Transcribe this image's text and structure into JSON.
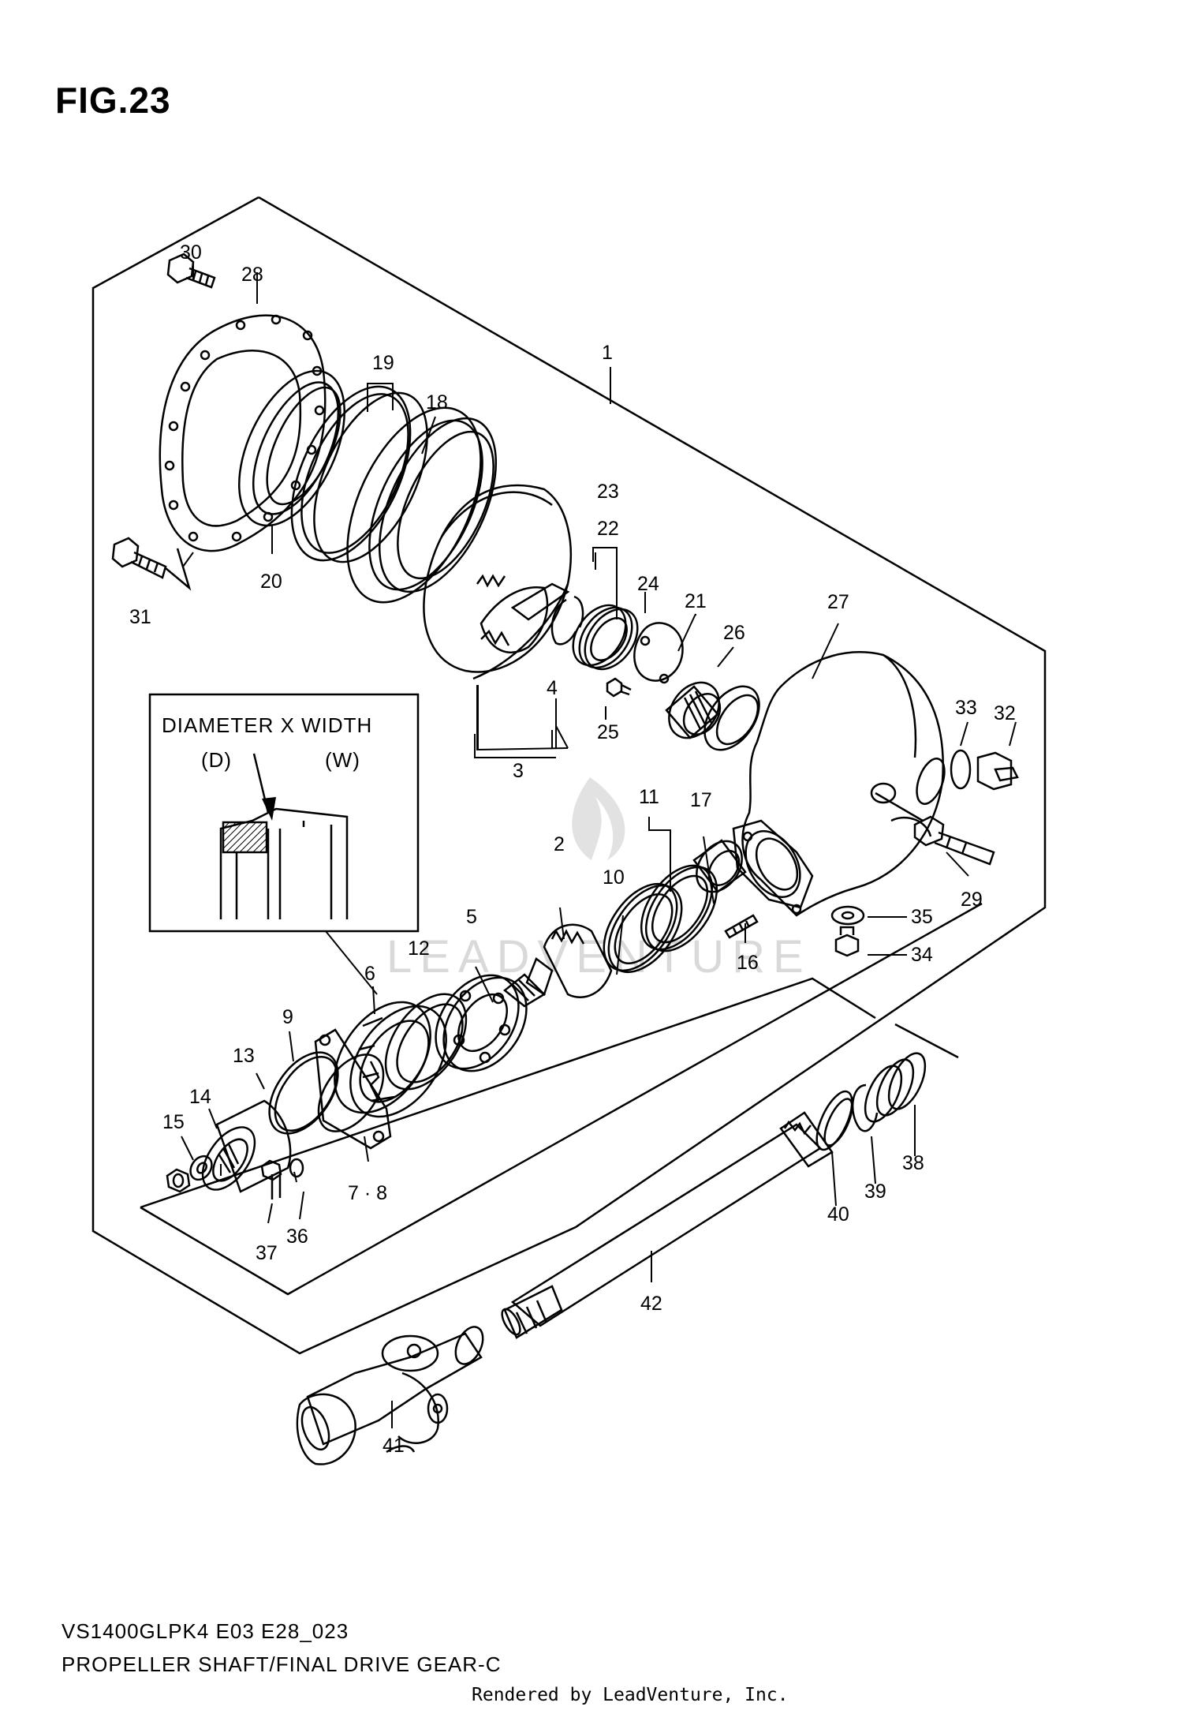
{
  "figure": {
    "title": "FIG.23",
    "model_code": "VS1400GLPK4 E03 E28_023",
    "section_name": "PROPELLER SHAFT/FINAL DRIVE GEAR-C",
    "credit": "Rendered by LeadVenture, Inc.",
    "watermark": "LEADVENTURE"
  },
  "inset": {
    "heading": "DIAMETER X WIDTH",
    "d_label": "(D)",
    "w_label": "(W)"
  },
  "callouts": [
    "1",
    "2",
    "3",
    "4",
    "5",
    "6",
    "7 · 8",
    "9",
    "10",
    "11",
    "12",
    "13",
    "14",
    "15",
    "16",
    "17",
    "18",
    "19",
    "20",
    "21",
    "22",
    "23",
    "24",
    "25",
    "26",
    "27",
    "28",
    "29",
    "30",
    "31",
    "32",
    "33",
    "34",
    "35",
    "36",
    "37",
    "38",
    "39",
    "40",
    "41",
    "42"
  ],
  "colors": {
    "line": "#000000",
    "background": "#ffffff",
    "watermark": "#d9d9d9"
  }
}
